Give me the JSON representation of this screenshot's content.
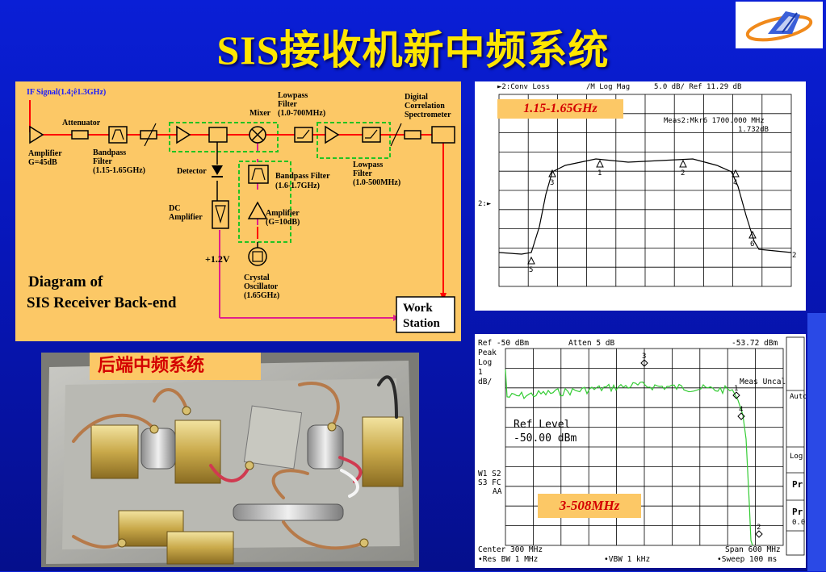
{
  "slide": {
    "title": "SIS接收机新中频系统"
  },
  "diagram": {
    "if_signal": "IF Signal(1.4¡ê1.3GHz)",
    "attenuator": "Attenuator",
    "amp1_line1": "Amplifier",
    "amp1_line2": "G=45dB",
    "bpf1_line1": "Bandpass",
    "bpf1_line2": "Filter",
    "bpf1_line3": "(1.15-1.65GHz)",
    "lpf1_line1": "Lowpass",
    "lpf1_line2": "Filter",
    "lpf1_line3": "(1.0-700MHz)",
    "mixer": "Mixer",
    "digital_line1": "Digital",
    "digital_line2": "Correlation",
    "digital_line3": "Spectrometer",
    "detector": "Detector",
    "bpf2_line1": "Bandpass Filter",
    "bpf2_line2": "(1.6-1.7GHz)",
    "lpf2_line1": "Lowpass",
    "lpf2_line2": "Filter",
    "lpf2_line3": "(1.0-500MHz)",
    "dc_amp_line1": "DC",
    "dc_amp_line2": "Amplifier",
    "amp2_line1": "Amplifier",
    "amp2_line2": "(G=10dB)",
    "voltage": "+1.2V",
    "osc_line1": "Crystal",
    "osc_line2": "Oscillator",
    "osc_line3": "(1.65GHz)",
    "caption_line1": "Diagram of",
    "caption_line2": "SIS Receiver Back-end",
    "work_line1": "Work",
    "work_line2": "Station"
  },
  "chart1": {
    "header_trace": "►2:Conv Loss",
    "header_mode": "/M Log Mag",
    "header_scale": "5.0 dB/ Ref  11.29 dB",
    "marker_line1": "Meas2:Mkr6 1700.000 MHz",
    "marker_line2": "1.732dB",
    "callout": "1.15-1.65GHz",
    "ref_label": "2:►",
    "end_label": "2",
    "markers": [
      "1",
      "2",
      "3",
      "4",
      "5",
      "6"
    ]
  },
  "chart2": {
    "ref": "Ref -50 dBm",
    "atten": "Atten 5 dB",
    "mkr_value": "-53.72 dBm",
    "left_labels": [
      "Peak",
      "Log",
      "1",
      "dB/"
    ],
    "meas_uncal": "Meas Uncal",
    "ref_level_line1": "Ref Level",
    "ref_level_line2": "-50.00 dBm",
    "w1": "W1  S2",
    "s3": "S3  FC",
    "aa": "AA",
    "callout": "3-508MHz",
    "center": "Center 300 MHz",
    "span": "Span 600 MHz",
    "res_bw": "•Res BW 1 MHz",
    "vbw": "•VBW 1 kHz",
    "sweep": "•Sweep 100 ms",
    "right_auto": "Auto",
    "right_log": "Log",
    "right_pr1": "Pr",
    "right_pr2": "Pr",
    "right_zero": "0.0",
    "markers": [
      "1",
      "2",
      "3",
      "4"
    ]
  },
  "photo": {
    "tag": "后端中频系统"
  },
  "colors": {
    "title": "#ffe600",
    "diagram_bg": "#fcc866",
    "signal_line": "#ff0000",
    "lo_line": "#e0208c",
    "group_box": "#22c322",
    "trace1": "#000000",
    "trace2": "#33cc33"
  }
}
